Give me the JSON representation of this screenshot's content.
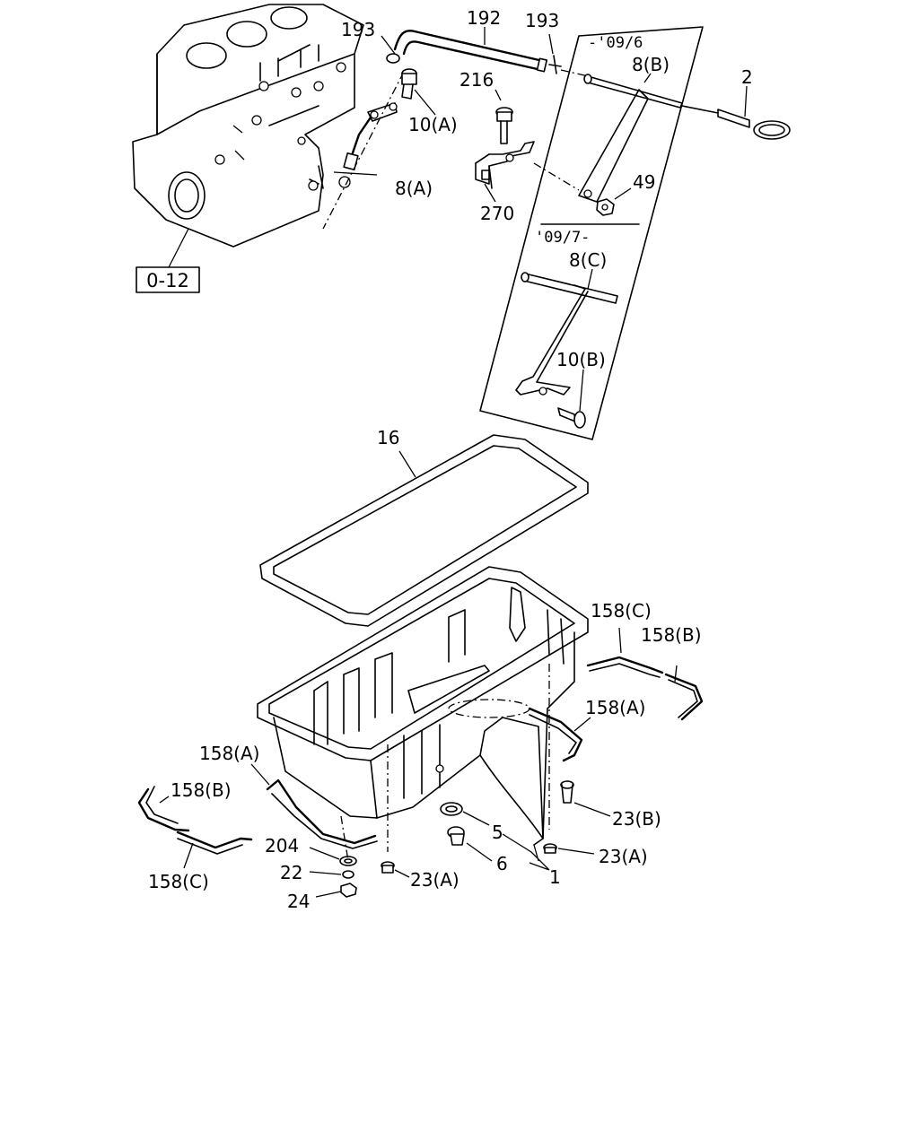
{
  "labels": {
    "p193a": "193",
    "p192": "192",
    "p193b": "193",
    "p216": "216",
    "p10a": "10(A)",
    "p8a": "8(A)",
    "p270": "270",
    "p8b": "8(B)",
    "p2": "2",
    "p49": "49",
    "p8c": "8(C)",
    "p10b": "10(B)",
    "p16": "16",
    "p158c_r": "158(C)",
    "p158b_r": "158(B)",
    "p158a_r": "158(A)",
    "p158a_l": "158(A)",
    "p158b_l": "158(B)",
    "p158c_l": "158(C)",
    "p23b": "23(B)",
    "p5": "5",
    "p6": "6",
    "p23a_r": "23(A)",
    "p1": "1",
    "p204": "204",
    "p22": "22",
    "p24": "24",
    "p23a_l": "23(A)"
  },
  "version_notes": {
    "early": "-'09/6",
    "late": "'09/7-"
  },
  "reference_box": "0-12"
}
